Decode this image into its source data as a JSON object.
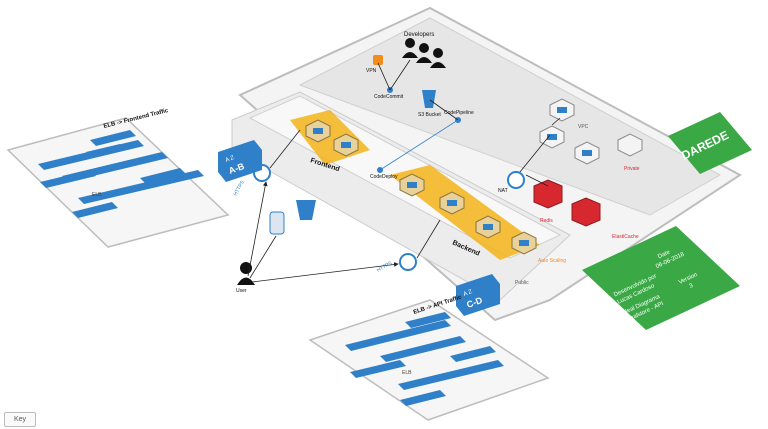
{
  "colors": {
    "accent": "#2f80c8",
    "brand_green": "#3aa845",
    "arrow_orange": "#f3b319",
    "db_red": "#d8282f",
    "panel_bg": "#eeeeee"
  },
  "labels": {
    "developers": "Developers",
    "vpn": "VPN",
    "codecommit": "CodeCommit",
    "s3_bucket": "S3 Bucket",
    "codepipeline": "CodePipeline",
    "codedeploy": "CodeDeploy",
    "frontend": "Frontend",
    "backend": "Backend",
    "az_ab_prefix": "A Z",
    "az_ab": "A-B",
    "az_cd_prefix": "A Z",
    "az_cd": "C-D",
    "https_front": "HTTPS",
    "https_api": "HTTPS",
    "user": "User",
    "elb": "ELB",
    "nat": "NAT",
    "redis": "Redis",
    "auto_scaling": "Auto Scaling",
    "elasticache": "ElastiCache",
    "public": "Public",
    "private": "Private",
    "vpc": "VPC"
  },
  "panels": {
    "frontend": {
      "title": "ELB -> Frontend Traffic"
    },
    "api": {
      "title": "ELB -> API Traffic"
    }
  },
  "brand": {
    "name": "DAREDE"
  },
  "info": {
    "date_label": "Date",
    "date_value": "06-06-2018",
    "author_label": "Desenvolvido por",
    "author_value": "Lucas Cardoso",
    "client_label": "Ideal Diagrama",
    "client_value": "Idealstore - API",
    "version_label": "Version",
    "version_value": "3"
  },
  "key_button": "Key"
}
